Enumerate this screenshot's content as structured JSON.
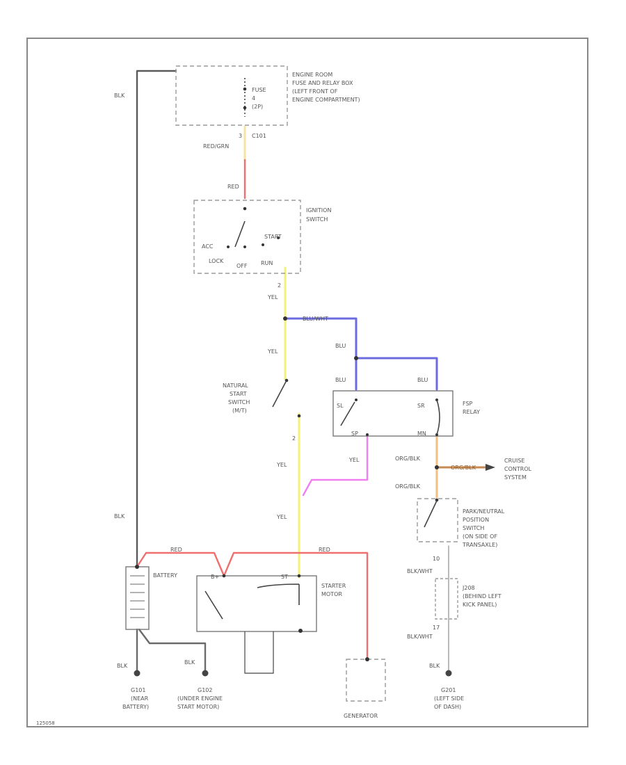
{
  "diagram_code": "125058",
  "wire_colors": {
    "blk": "#5a5a5a",
    "red": "#ef6f6f",
    "yel": "#f2f27a",
    "blu": "#6b6bdf",
    "pnk": "#f07ef0",
    "org": "#f5be80",
    "brn": "#c88a50"
  },
  "components": {
    "fuse_box": {
      "label": [
        "ENGINE ROOM",
        "FUSE AND RELAY BOX",
        "(LEFT FRONT OF",
        "ENGINE COMPARTMENT)"
      ],
      "fuse": [
        "FUSE",
        "4",
        "(2P)"
      ],
      "connector": "C101",
      "pin": "3"
    },
    "ignition_switch": {
      "label": [
        "IGNITION",
        "SWITCH"
      ],
      "positions": {
        "acc": "ACC",
        "lock": "LOCK",
        "off": "OFF",
        "run": "RUN",
        "start": "START"
      },
      "pin": "2"
    },
    "natural_start_switch": {
      "label": [
        "NATURAL",
        "START",
        "SWITCH",
        "(M/T)"
      ],
      "pin": "2"
    },
    "fsp_relay": {
      "label": [
        "FSP",
        "RELAY"
      ],
      "pins": {
        "sl": "SL",
        "sr": "SR",
        "sp": "SP",
        "mn": "MN"
      }
    },
    "cruise": {
      "label": [
        "CRUISE",
        "CONTROL",
        "SYSTEM"
      ]
    },
    "park_neutral_switch": {
      "label": [
        "PARK/NEUTRAL",
        "POSITION",
        "SWITCH",
        "(ON SIDE OF",
        "TRANSAXLE)"
      ],
      "pin": "10"
    },
    "j_connector": {
      "label": [
        "J208",
        "(BEHIND LEFT",
        "KICK PANEL)"
      ],
      "pin": "17"
    },
    "battery": {
      "label": "BATTERY"
    },
    "starter": {
      "label": [
        "STARTER",
        "MOTOR"
      ],
      "pin_b": "B+",
      "pin_st": "ST"
    },
    "generator": {
      "label": "GENERATOR"
    },
    "ground_g101": {
      "label": [
        "G101",
        "(NEAR",
        "BATTERY)"
      ]
    },
    "ground_g102": {
      "label": [
        "G102",
        "(UNDER ENGINE",
        "START MOTOR)"
      ]
    },
    "ground_g201": {
      "label": [
        "G201",
        "(LEFT SIDE",
        "OF DASH)"
      ]
    }
  },
  "wire_labels": {
    "blk_top": "BLK",
    "red_grn": "RED/GRN",
    "red1": "RED",
    "yel1": "YEL",
    "blu_wht": "BLU/WHT",
    "yel2": "YEL",
    "blu1": "BLU",
    "blu2": "BLU",
    "blu3": "BLU",
    "yel3": "YEL",
    "yel_relay": "YEL",
    "org_blk1": "ORG/BLK",
    "org_blk2": "ORG/BLK",
    "org_blk3": "ORG/BLK",
    "blk_mid": "BLK",
    "red2": "RED",
    "red3": "RED",
    "yel4": "YEL",
    "blk_wht1": "BLK/WHT",
    "blk_wht2": "BLK/WHT",
    "blk_g101": "BLK",
    "blk_g102": "BLK",
    "blk_g201": "BLK",
    "pin_2": "2"
  }
}
